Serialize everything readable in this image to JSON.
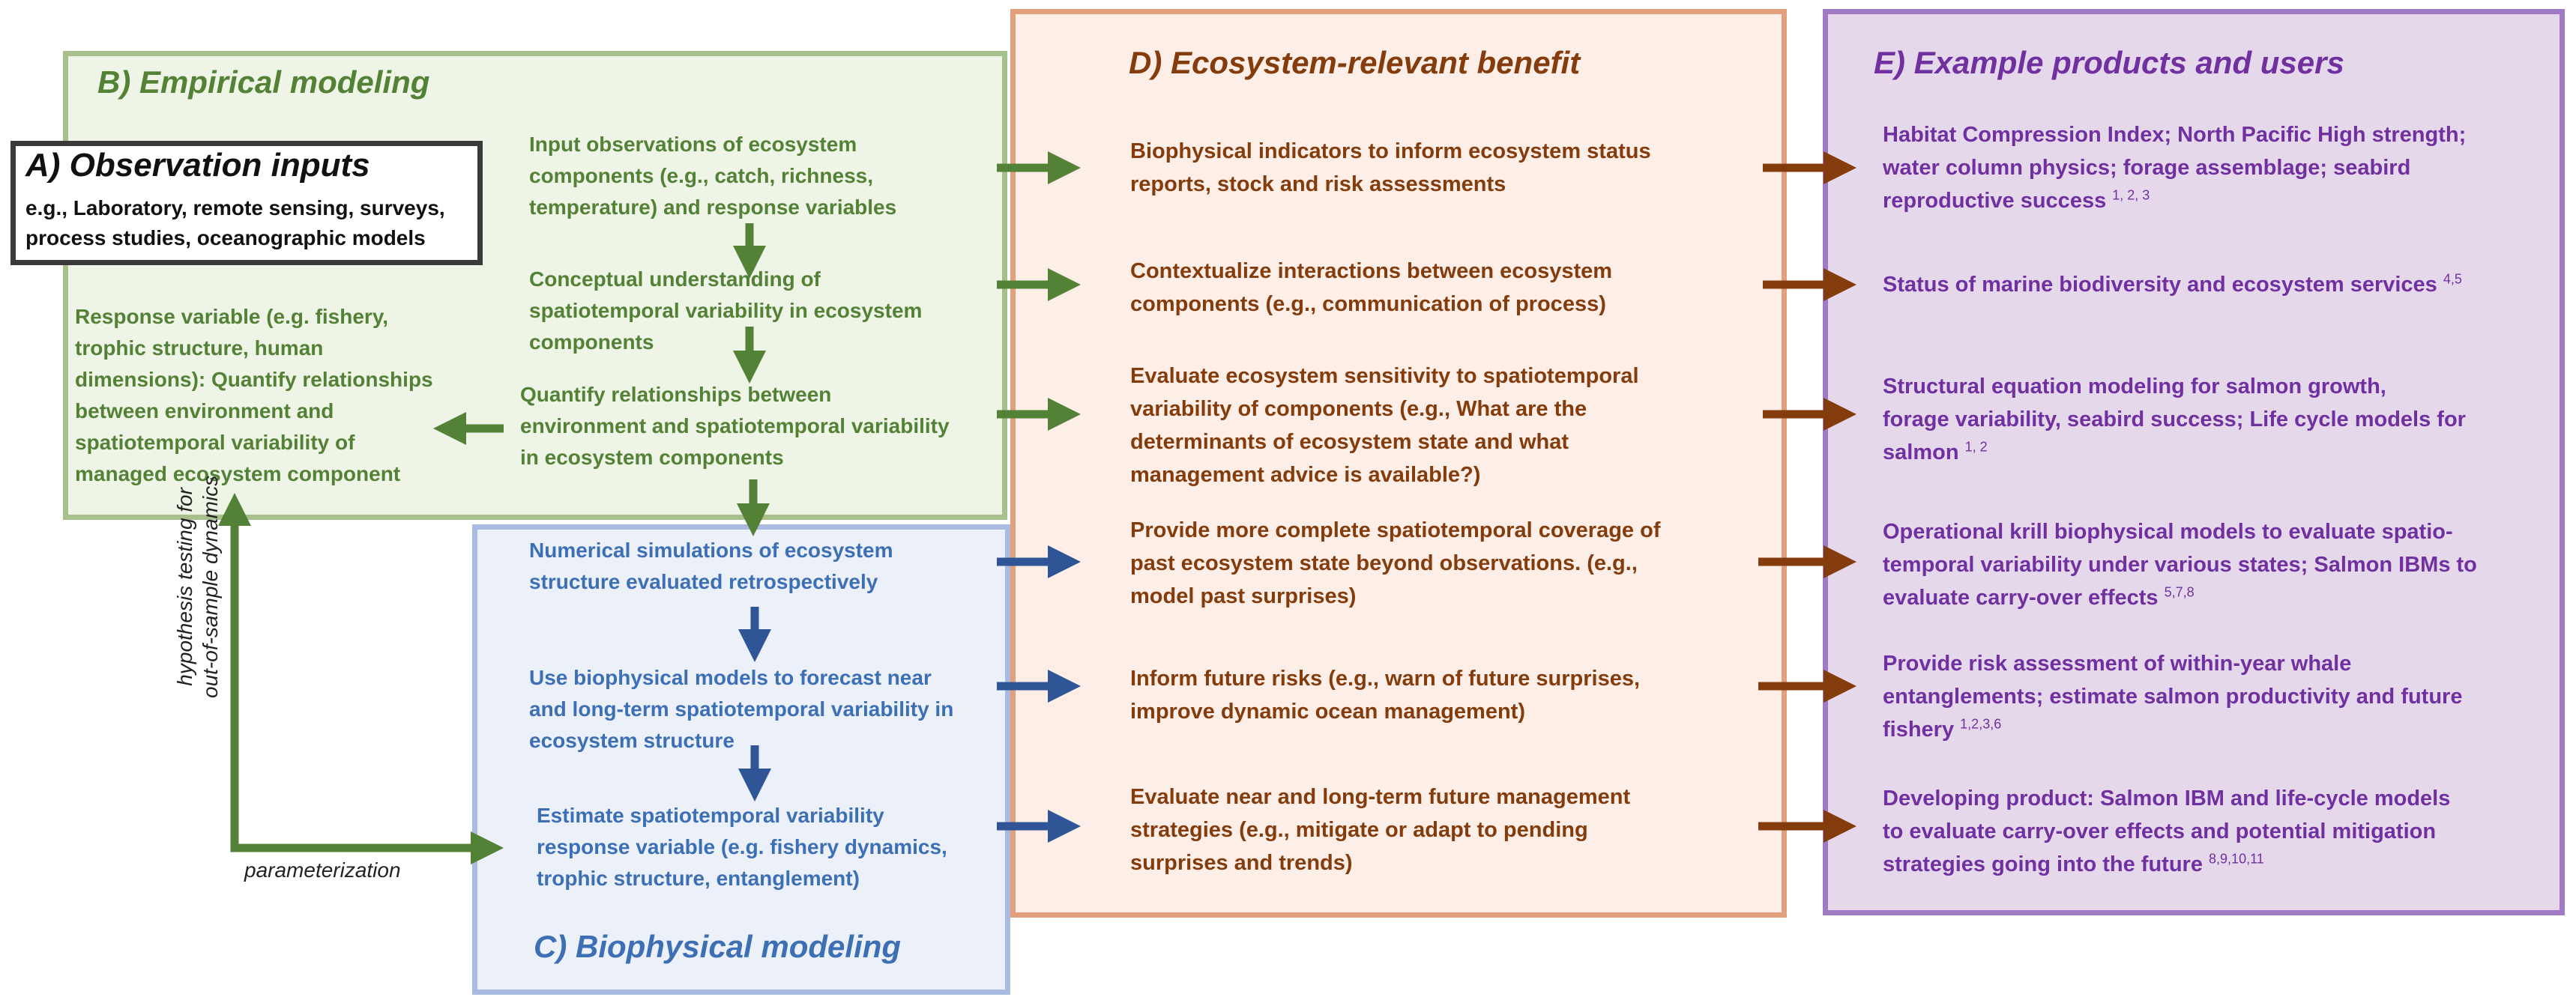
{
  "colors": {
    "green": "#538135",
    "blue": "#3d6fb5",
    "brown": "#843c0c",
    "purple": "#7030a0",
    "black": "#111111"
  },
  "boxA": {
    "title": "A) Observation inputs",
    "lines": [
      "e.g., Laboratory, remote sensing, surveys,",
      "process studies, oceanographic models"
    ]
  },
  "boxB": {
    "title": "B) Empirical modeling",
    "input_obs": [
      "Input observations of ecosystem",
      "components (e.g., catch, richness,",
      "temperature) and response variables"
    ],
    "conceptual": [
      "Conceptual understanding of",
      "spatiotemporal variability in ecosystem",
      "components"
    ],
    "quantify": [
      "Quantify relationships between",
      "environment and spatiotemporal variability",
      "in ecosystem components"
    ],
    "response": [
      "Response variable (e.g. fishery,",
      "trophic structure, human",
      "dimensions): Quantify relationships",
      "between environment and",
      "spatiotemporal variability of",
      "managed ecosystem component"
    ]
  },
  "boxC": {
    "title": "C) Biophysical modeling",
    "numerical": [
      "Numerical simulations of ecosystem",
      "structure evaluated retrospectively"
    ],
    "forecast": [
      "Use biophysical models to forecast near",
      "and long-term spatiotemporal variability in",
      "ecosystem structure"
    ],
    "estimate": [
      "Estimate spatiotemporal variability",
      "response variable (e.g. fishery dynamics,",
      "trophic structure, entanglement)"
    ]
  },
  "boxD": {
    "title": "D) Ecosystem-relevant benefit",
    "items": [
      [
        "Biophysical indicators to inform ecosystem status",
        "reports, stock and risk assessments"
      ],
      [
        "Contextualize interactions between ecosystem",
        "components (e.g., communication of process)"
      ],
      [
        "Evaluate ecosystem sensitivity to spatiotemporal",
        "variability of components (e.g., What are the",
        "determinants of ecosystem state and what",
        "management advice is available?)"
      ],
      [
        "Provide more complete spatiotemporal coverage of",
        "past ecosystem state beyond observations. (e.g.,",
        "model past surprises)"
      ],
      [
        "Inform future risks (e.g., warn of future surprises,",
        "improve dynamic ocean management)"
      ],
      [
        "Evaluate near and long-term future management",
        "strategies (e.g., mitigate or adapt to pending",
        "surprises and trends)"
      ]
    ]
  },
  "boxE": {
    "title": "E) Example products and users",
    "items": [
      {
        "lines": [
          "Habitat Compression Index; North Pacific High strength;",
          "water column physics; forage assemblage; seabird",
          "reproductive success"
        ],
        "refs": "1, 2, 3"
      },
      {
        "lines": [
          "Status of marine biodiversity and ecosystem services"
        ],
        "refs": "4,5"
      },
      {
        "lines": [
          "Structural equation modeling for salmon growth,",
          "forage variability, seabird success; Life cycle models for",
          "salmon"
        ],
        "refs": "1, 2"
      },
      {
        "lines": [
          "Operational krill biophysical models to evaluate spatio-",
          "temporal variability under various states; Salmon IBMs to",
          "evaluate carry-over effects"
        ],
        "refs": "5,7,8"
      },
      {
        "lines": [
          "Provide risk assessment of within-year whale",
          "entanglements; estimate salmon productivity and future",
          "fishery"
        ],
        "refs": "1,2,3,6"
      },
      {
        "lines": [
          "Developing product: Salmon IBM and life-cycle models",
          "to evaluate carry-over effects and potential mitigation",
          "strategies going into the future"
        ],
        "refs": "8,9,10,11"
      }
    ]
  },
  "labels": {
    "hypothesis": [
      "hypothesis testing for",
      "out-of-sample dynamics"
    ],
    "parameterization": "parameterization"
  }
}
